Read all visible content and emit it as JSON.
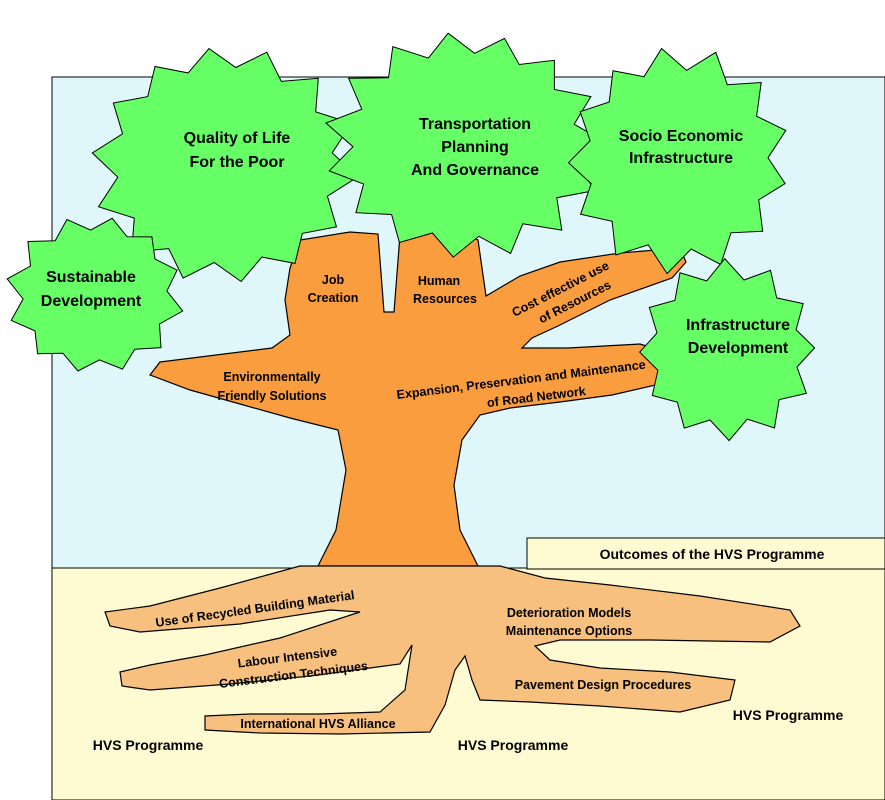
{
  "colors": {
    "sky": "#dff7fb",
    "ground": "#fefbd2",
    "foliage": "#66ff66",
    "trunk": "#fa9d3f",
    "roots": "#f8c07e",
    "outline": "#000000",
    "legend_box": "#fefbd2"
  },
  "canopy": {
    "quality_of_life": {
      "line1": "Quality of Life",
      "line2": "For the Poor"
    },
    "transportation": {
      "line1": "Transportation",
      "line2": "Planning",
      "line3": "And Governance"
    },
    "socio_economic": {
      "line1": "Socio Economic",
      "line2": "Infrastructure"
    },
    "sustainable": {
      "line1": "Sustainable",
      "line2": "Development"
    },
    "infrastructure_dev": {
      "line1": "Infrastructure",
      "line2": "Development"
    }
  },
  "branches": {
    "job_creation": {
      "line1": "Job",
      "line2": "Creation"
    },
    "human_resources": {
      "line1": "Human",
      "line2": "Resources"
    },
    "cost_effective": {
      "line1": "Cost effective use",
      "line2": "of Resources"
    },
    "environmental": {
      "line1": "Environmentally",
      "line2": "Friendly Solutions"
    },
    "expansion": {
      "line1": "Expansion, Preservation and Maintenance",
      "line2": "of Road Network"
    }
  },
  "outcomes_label": "Outcomes of the HVS Programme",
  "roots": {
    "recycled": "Use of Recycled Building Material",
    "labour": {
      "line1": "Labour Intensive",
      "line2": "Construction Techniques"
    },
    "alliance": "International HVS Alliance",
    "deterioration": {
      "line1": "Deterioration Models",
      "line2": "Maintenance Options"
    },
    "pavement": "Pavement Design Procedures"
  },
  "programme_labels": {
    "left": "HVS Programme",
    "center": "HVS Programme",
    "right": "HVS Programme"
  }
}
